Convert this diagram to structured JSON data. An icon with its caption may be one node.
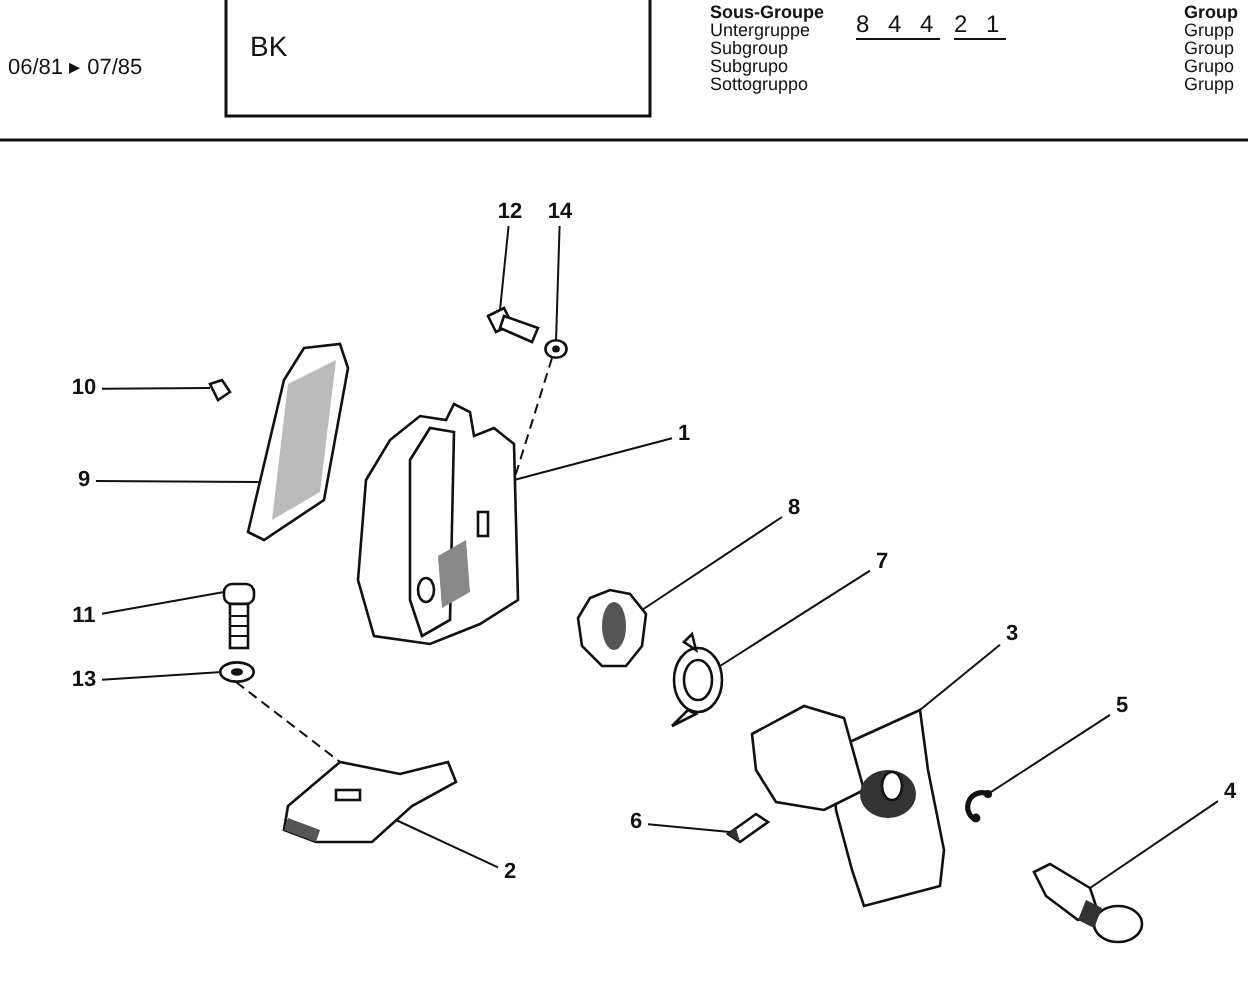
{
  "diagram": {
    "nodes": [
      {
        "text": [
          "1"
        ]
      },
      {
        "text": [
          "2"
        ]
      },
      {
        "text": [
          "3"
        ]
      },
      {
        "text": [
          "4"
        ]
      },
      {
        "text": [
          "5"
        ]
      },
      {
        "text": [
          "6"
        ]
      },
      {
        "text": [
          "7"
        ]
      },
      {
        "text": [
          "8"
        ]
      },
      {
        "text": [
          "9"
        ]
      },
      {
        "text": [
          "10"
        ]
      },
      {
        "text": [
          "11"
        ]
      },
      {
        "text": [
          "12"
        ]
      },
      {
        "text": [
          "13"
        ]
      },
      {
        "text": [
          "14"
        ]
      },
      {
        "text": [],
        "shape": "picture"
      },
      {
        "text": [],
        "shape": "picture"
      },
      {
        "text": [],
        "shape": "picture"
      },
      {
        "text": [],
        "shape": "picture"
      },
      {
        "text": [],
        "shape": "picture"
      },
      {
        "text": [],
        "shape": "picture"
      },
      {
        "text": [],
        "shape": "picture"
      },
      {
        "text": [],
        "shape": "picture"
      },
      {
        "text": [],
        "shape": "picture"
      },
      {
        "text": [],
        "shape": "picture"
      },
      {
        "text": [],
        "shape": "picture"
      },
      {
        "text": [],
        "shape": "picture"
      },
      {
        "text": [],
        "shape": "picture"
      },
      {
        "text": [],
        "shape": "picture"
      }
    ],
    "edges": [
      {
        "from": 0,
        "to": 14,
        "arrow": "none"
      },
      {
        "from": 1,
        "to": 15,
        "arrow": "none"
      },
      {
        "from": 2,
        "to": 16,
        "arrow": "none"
      },
      {
        "from": 3,
        "to": 17,
        "arrow": "none"
      },
      {
        "from": 4,
        "to": 18,
        "arrow": "none"
      },
      {
        "from": 5,
        "to": 19,
        "arrow": "none"
      },
      {
        "from": 6,
        "to": 20,
        "arrow": "none"
      },
      {
        "from": 7,
        "to": 21,
        "arrow": "none"
      },
      {
        "from": 8,
        "to": 22,
        "arrow": "none"
      },
      {
        "from": 9,
        "to": 23,
        "arrow": "none"
      },
      {
        "from": 10,
        "to": 24,
        "arrow": "none"
      },
      {
        "from": 11,
        "to": 25,
        "arrow": "none"
      },
      {
        "from": 12,
        "to": 26,
        "arrow": "none"
      },
      {
        "from": 13,
        "to": 27,
        "arrow": "none"
      },
      {
        "from": 27,
        "to": 14,
        "arrow": "none",
        "style": "dashed"
      },
      {
        "from": 26,
        "to": 15,
        "arrow": "none",
        "style": "dashed"
      }
    ],
    "labels": [
      "06/81 ▸ 07/85",
      "BK",
      "Sous-Groupe",
      "Untergruppe",
      "Subgroup",
      "Subgrupo",
      "Sottogruppo",
      "8 4 4",
      "2 1",
      "Group",
      "Grupp",
      "Group",
      "Grupo",
      "Grupp"
    ]
  }
}
